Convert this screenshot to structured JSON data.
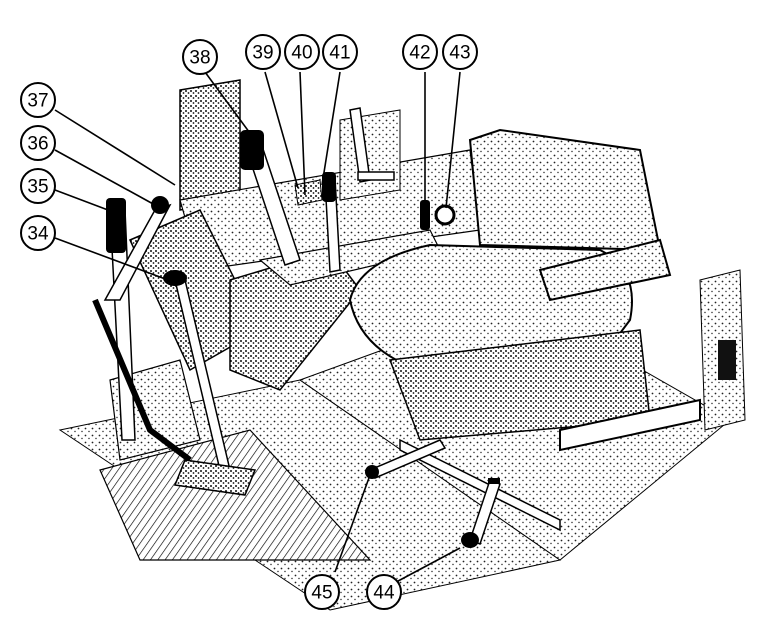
{
  "callouts": [
    {
      "id": "34",
      "label": "34"
    },
    {
      "id": "35",
      "label": "35"
    },
    {
      "id": "36",
      "label": "36"
    },
    {
      "id": "37",
      "label": "37"
    },
    {
      "id": "38",
      "label": "38"
    },
    {
      "id": "39",
      "label": "39"
    },
    {
      "id": "40",
      "label": "40"
    },
    {
      "id": "41",
      "label": "41"
    },
    {
      "id": "42",
      "label": "42"
    },
    {
      "id": "43",
      "label": "43"
    },
    {
      "id": "44",
      "label": "44"
    },
    {
      "id": "45",
      "label": "45"
    }
  ],
  "colors": {
    "ink": "#000000",
    "paper": "#ffffff",
    "stipple": "#3a3a3a"
  }
}
